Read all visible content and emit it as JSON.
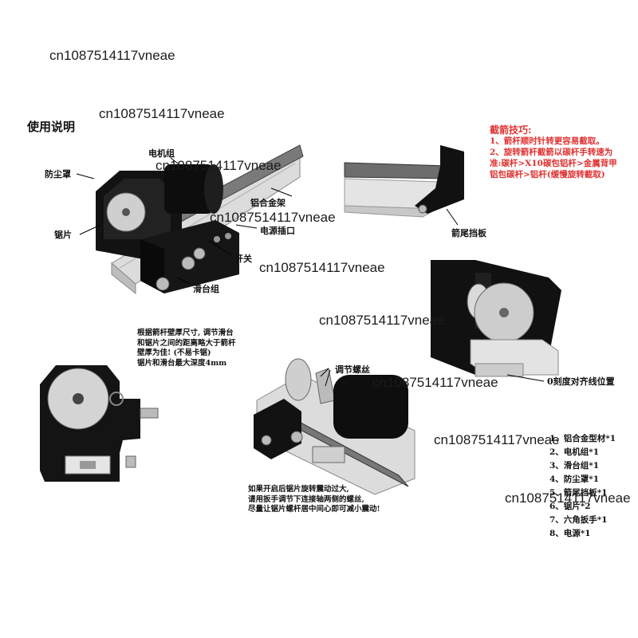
{
  "title": "使用说明",
  "watermark": "cn1087514117vneae",
  "labels": {
    "motor_group": "电机组",
    "dust_cover": "防尘罩",
    "aluminum_frame": "铝合金架",
    "saw_blade": "锯片",
    "power_socket": "电源插口",
    "switch": "开关",
    "slide_group": "滑台组",
    "nock_baffle": "箭尾挡板",
    "adjust_screw": "调节螺丝",
    "zero_scale": "0刻度对齐线位置"
  },
  "tips": {
    "title": "截箭技巧:",
    "lines": [
      "1、箭杆顺时针转更容易截取。",
      "2、旋转箭杆截箭以碳杆手转速为",
      "准:碳杆>X10碳包铝杆>金属背甲",
      "铝包碳杆>铝杆(缓慢旋转截取)"
    ]
  },
  "note_depth": {
    "lines": [
      "根据箭杆壁厚尺寸, 调节滑台",
      "和锯片之间的距离略大于箭杆",
      "壁厚为佳! (不易卡锯)",
      "锯片和滑台最大深度4mm"
    ]
  },
  "note_vibration": {
    "lines": [
      "如果开启后锯片旋转震动过大,",
      "请用扳手调节下连接轴两侧的螺丝,",
      "尽量让锯片螺杆居中间心即可减小震动!"
    ]
  },
  "parts_list": [
    "1、铝合金型材*1",
    "2、电机组*1",
    "3、滑台组*1",
    "4、防尘罩*1",
    "5、箭尾挡板*1",
    "6、锯片*2",
    "7、六角扳手*1",
    "8、电源*1"
  ],
  "colors": {
    "tips_text": "#e03030",
    "device_body": "#121212",
    "rail": "#d8d8d8",
    "blade": "#c8c8c8"
  }
}
